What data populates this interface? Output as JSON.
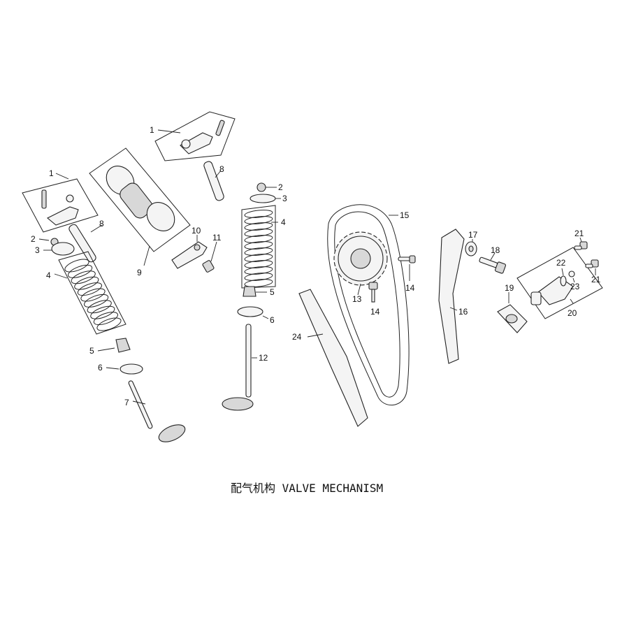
{
  "caption": "配气机构 VALVE MECHANISM",
  "callouts": {
    "rocker_arm_left": "1",
    "rocker_arm_top": "1",
    "cotter_left": "2",
    "retainer_left": "3",
    "springs_left": "4",
    "seal_left": "5",
    "seat_left": "6",
    "valve_left": "7",
    "shaft_left": "8",
    "shaft_top": "8",
    "camshaft": "9",
    "plate": "10",
    "bolt_small": "11",
    "cotter_right": "2",
    "retainer_right": "3",
    "springs_right": "4",
    "seal_right": "5",
    "seat_right": "6",
    "valve_right": "12",
    "sprocket": "13",
    "bolt_sprocket": "14",
    "bolt_chain": "14",
    "chain": "15",
    "guide_right": "16",
    "washer": "17",
    "bolt_tensioner": "18",
    "gasket": "19",
    "tensioner": "20",
    "bolt_tensioner_a": "21",
    "bolt_tensioner_b": "21",
    "spring_tensioner": "22",
    "oring_tensioner": "23",
    "guide_left": "24"
  }
}
